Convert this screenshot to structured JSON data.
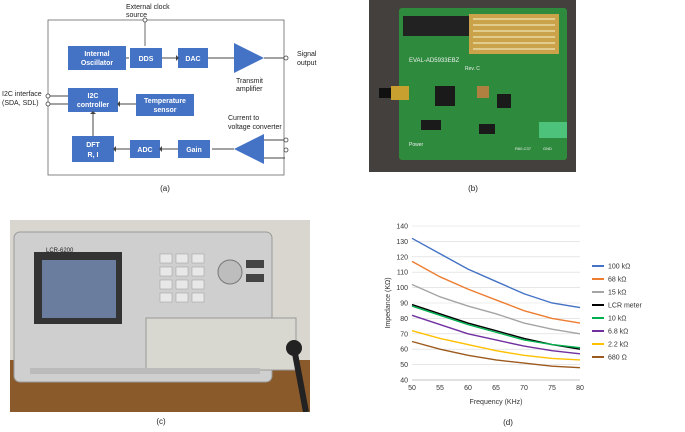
{
  "diagram": {
    "blocks": {
      "osc": [
        "Internal",
        "Oscillator"
      ],
      "dds": "DDS",
      "dac": "DAC",
      "i2c": [
        "I2C",
        "controller"
      ],
      "temp": [
        "Temperature",
        "sensor"
      ],
      "dft": "DFT",
      "dft_sub": "R, I",
      "adc": "ADC",
      "gain": "Gain"
    },
    "labels": {
      "clock": [
        "External clock",
        "source"
      ],
      "amp": [
        "Transmit",
        "amplifier"
      ],
      "signal": [
        "Signal",
        "output"
      ],
      "iface": [
        "I2C interface",
        "(SDA, SDL)"
      ],
      "conv": [
        "Current to",
        "voltage converter"
      ]
    }
  },
  "photo_board": {
    "silkscreen": [
      "EVAL-AD5933EBZ",
      "Rev. C",
      "Power",
      "R60-C37",
      "GND"
    ]
  },
  "photo_meter": {
    "model_label": "LCR-6200"
  },
  "captions": [
    "(a)",
    "(b)",
    "(c)",
    "(d)"
  ],
  "colors": {
    "block": "#4472c4",
    "pcb": "#2e8b3e"
  },
  "chart_data": {
    "type": "line",
    "xlabel": "Frequency (KHz)",
    "ylabel": "Impedance (KΩ)",
    "xlim": [
      50,
      80
    ],
    "ylim": [
      40,
      140
    ],
    "xticks": [
      50,
      55,
      60,
      65,
      70,
      75,
      80
    ],
    "yticks": [
      40,
      50,
      60,
      70,
      80,
      90,
      100,
      110,
      120,
      130,
      140
    ],
    "grid": true,
    "legend": "right",
    "x": [
      50,
      55,
      60,
      65,
      70,
      75,
      80
    ],
    "series": [
      {
        "name": "100 kΩ",
        "color": "#4472c4",
        "values": [
          132,
          122,
          112,
          104,
          96,
          90,
          87
        ]
      },
      {
        "name": "68 kΩ",
        "color": "#ed7d31",
        "values": [
          117,
          107,
          99,
          92,
          85,
          80,
          77
        ]
      },
      {
        "name": "15 kΩ",
        "color": "#a5a5a5",
        "values": [
          102,
          94,
          88,
          83,
          77,
          73,
          70
        ]
      },
      {
        "name": "LCR meter",
        "color": "#000000",
        "values": [
          89,
          83,
          77,
          72,
          67,
          63,
          60
        ]
      },
      {
        "name": "10 kΩ",
        "color": "#00b050",
        "values": [
          88,
          82,
          76,
          71,
          66,
          63,
          61
        ]
      },
      {
        "name": "6.8 kΩ",
        "color": "#7030a0",
        "values": [
          82,
          76,
          70,
          66,
          62,
          59,
          57
        ]
      },
      {
        "name": "2.2 kΩ",
        "color": "#ffc000",
        "values": [
          72,
          67,
          63,
          59,
          56,
          54,
          53
        ]
      },
      {
        "name": "680 Ω",
        "color": "#9c5a1e",
        "values": [
          65,
          60,
          56,
          53,
          51,
          49,
          48
        ]
      }
    ]
  }
}
